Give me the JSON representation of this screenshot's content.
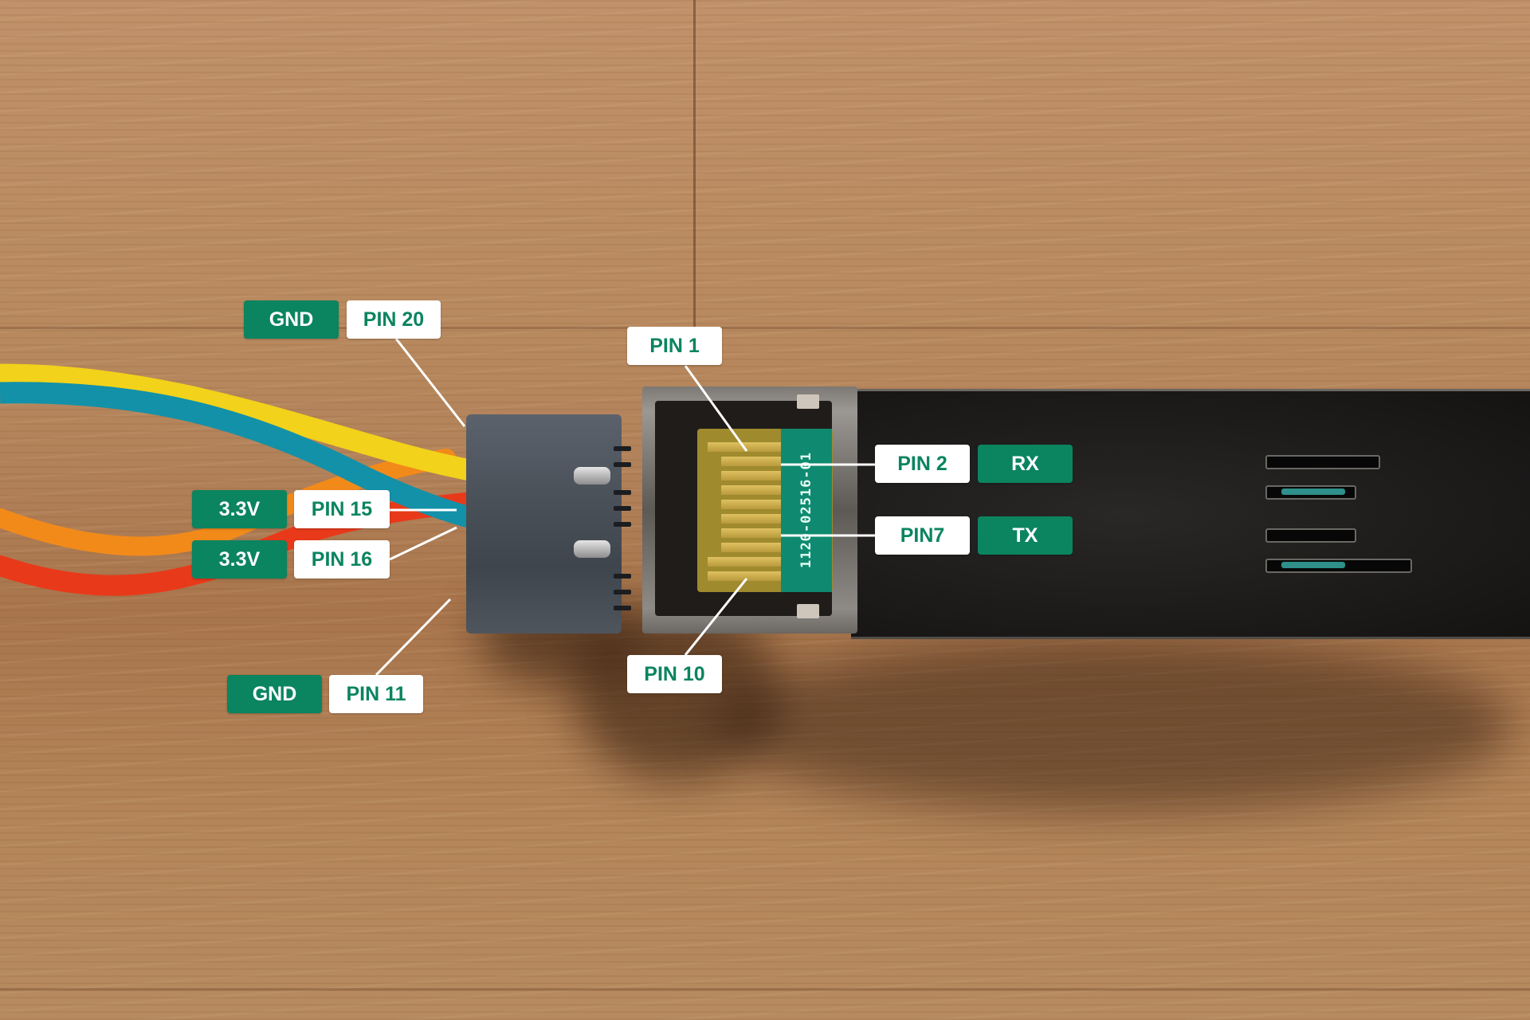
{
  "image": {
    "description": "SFP optical module next to a 20-pin edge connector soldered to colored jumper wires on a wooden surface, annotated with pin labels",
    "colors": {
      "label_green": "#0b8460",
      "label_white": "#ffffff",
      "wire_yellow": "#f2d21a",
      "wire_teal": "#1391a8",
      "wire_orange": "#f28a1a",
      "wire_red": "#e83a1a"
    }
  },
  "labels": {
    "pin20": {
      "signal": "GND",
      "pin": "PIN 20"
    },
    "pin15": {
      "signal": "3.3V",
      "pin": "PIN 15"
    },
    "pin16": {
      "signal": "3.3V",
      "pin": "PIN 16"
    },
    "pin11": {
      "signal": "GND",
      "pin": "PIN 11"
    },
    "pin1": {
      "pin": "PIN 1"
    },
    "pin10": {
      "pin": "PIN 10"
    },
    "pin2": {
      "pin": "PIN 2",
      "signal": "RX"
    },
    "pin7": {
      "pin": "PIN7",
      "signal": "TX"
    }
  },
  "pcb": {
    "part_number": "1120-02516-01"
  }
}
